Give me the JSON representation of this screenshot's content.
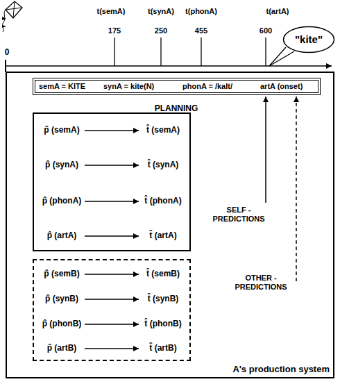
{
  "diagram": {
    "nodes": [
      {
        "text": [
          "\"kite\""
        ]
      },
      {
        "text": [
          "A's production system"
        ]
      },
      {
        "text": [
          "semA = KITE",
          "synA = kite(N)",
          "phonA = /kaIt/",
          "artA (onset)",
          "PLANNING"
        ],
        "in": 1
      },
      {
        "text": [],
        "in": 1
      },
      {
        "text": [
          "p̂ (semA)"
        ],
        "in": 3
      },
      {
        "text": [
          "t̂ (semA)"
        ],
        "in": 3
      },
      {
        "text": [
          "p̂ (synA)"
        ],
        "in": 3
      },
      {
        "text": [
          "t̂ (synA)"
        ],
        "in": 3
      },
      {
        "text": [
          "p̂ (phonA)"
        ],
        "in": 3
      },
      {
        "text": [
          "t̂ (phonA)"
        ],
        "in": 3
      },
      {
        "text": [
          "p̂ (artA)"
        ],
        "in": 3
      },
      {
        "text": [
          "t̂ (artA)"
        ],
        "in": 3
      },
      {
        "text": [],
        "in": 1
      },
      {
        "text": [
          "p̂ (semB)"
        ],
        "in": 12
      },
      {
        "text": [
          "t̂ (semB)"
        ],
        "in": 12
      },
      {
        "text": [
          "p̂ (synB)"
        ],
        "in": 12
      },
      {
        "text": [
          "t̂ (synB)"
        ],
        "in": 12
      },
      {
        "text": [
          "p̂ (phonB)"
        ],
        "in": 12
      },
      {
        "text": [
          "t̂ (phonB)"
        ],
        "in": 12
      },
      {
        "text": [
          "p̂ (artB)"
        ],
        "in": 12
      },
      {
        "text": [
          "t̂ (artB)"
        ],
        "in": 12
      }
    ],
    "edges": [
      {
        "from": 4,
        "to": 5,
        "arrow": "to"
      },
      {
        "from": 6,
        "to": 7,
        "arrow": "to"
      },
      {
        "from": 8,
        "to": 9,
        "arrow": "to"
      },
      {
        "from": 10,
        "to": 11,
        "arrow": "to"
      },
      {
        "from": 13,
        "to": 14,
        "arrow": "to"
      },
      {
        "from": 15,
        "to": 16,
        "arrow": "to"
      },
      {
        "from": 17,
        "to": 18,
        "arrow": "to"
      },
      {
        "from": 19,
        "to": 20,
        "arrow": "to"
      }
    ],
    "labels": [
      "0",
      "t(semA)",
      "175",
      "t(synA)",
      "250",
      "t(phonA)",
      "455",
      "t(artA)",
      "600",
      "SELF - PREDICTIONS",
      "OTHER - PREDICTIONS"
    ]
  }
}
